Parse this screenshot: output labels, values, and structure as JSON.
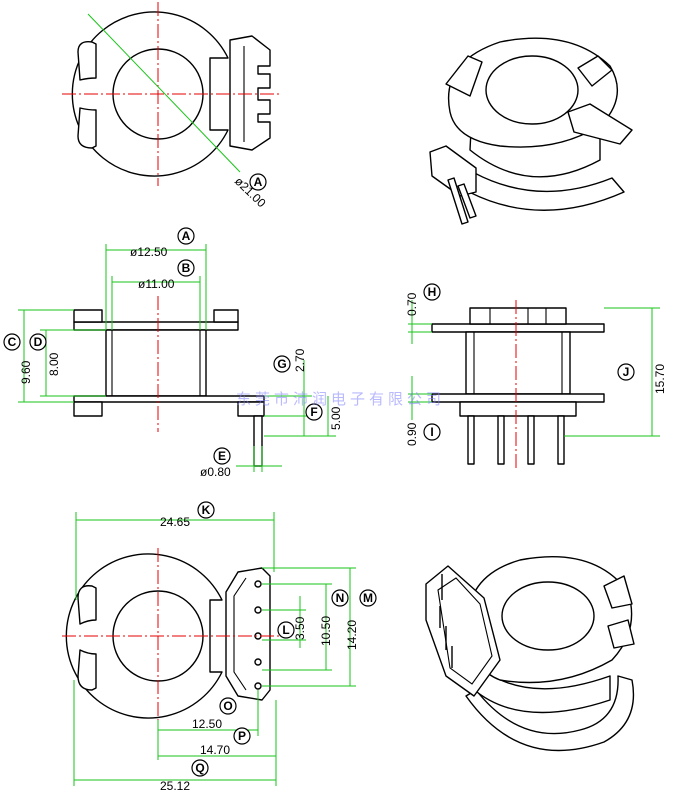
{
  "watermark": "东莞市沛润电子有限公司",
  "dimensions": {
    "A": "ø21.00",
    "A2": "ø12.50",
    "B": "ø11.00",
    "C": "9.60",
    "D": "8.00",
    "G": "2.70",
    "F": "5.00",
    "E": "ø0.80",
    "H": "0.70",
    "I": "0.90",
    "J": "15.70",
    "K": "24.65",
    "L": "3.50",
    "N": "10.50",
    "M": "14.20",
    "O": "12.50",
    "P": "14.70",
    "Q": "25.12"
  },
  "callouts": {
    "A": "A",
    "A2": "A",
    "B": "B",
    "C": "C",
    "D": "D",
    "E": "E",
    "F": "F",
    "G": "G",
    "H": "H",
    "I": "I",
    "J": "J",
    "K": "K",
    "L": "L",
    "M": "M",
    "N": "N",
    "O": "O",
    "P": "P",
    "Q": "Q"
  }
}
